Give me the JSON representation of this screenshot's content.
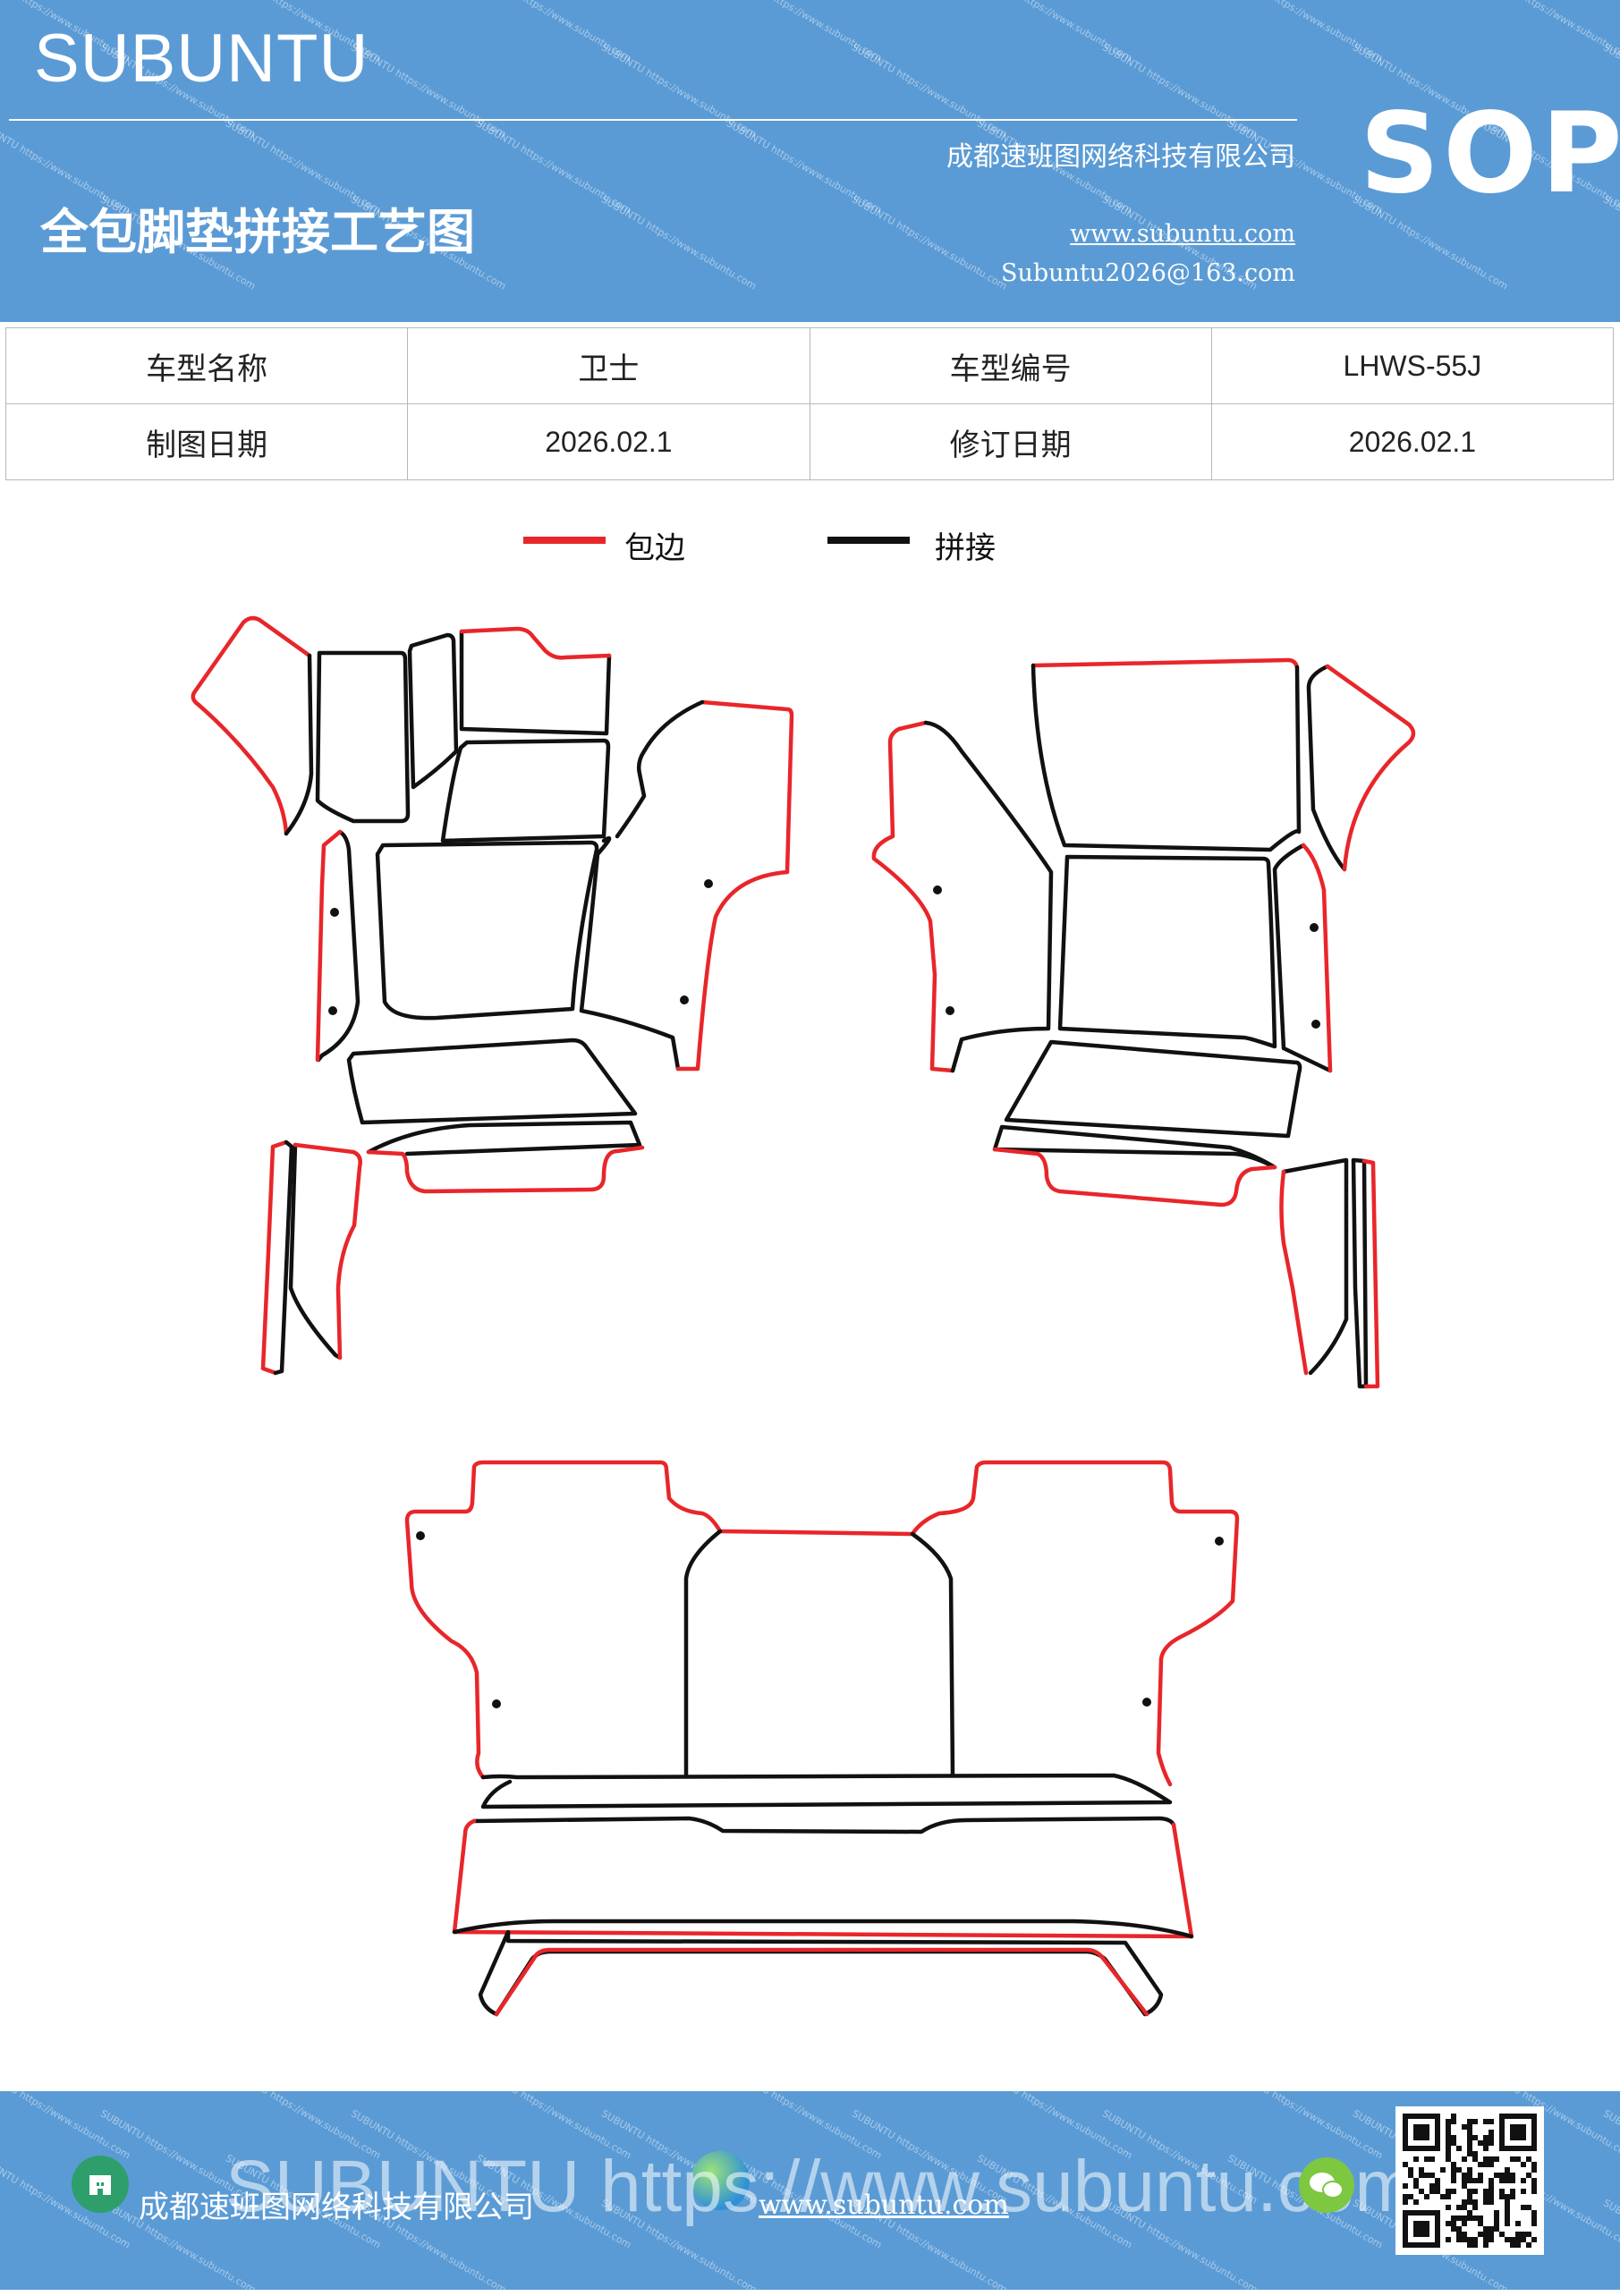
{
  "header": {
    "brand": "SUBUNTU",
    "company": "成都速班图网络科技有限公司",
    "title": "全包脚垫拼接工艺图",
    "url": "www.subuntu.com",
    "email": "Subuntu2026@163.com",
    "badge": "SOP",
    "watermark": "SUBUNTU https://www.subuntu.com"
  },
  "info_table": {
    "rows": [
      [
        "车型名称",
        "卫士",
        "车型编号",
        "LHWS-55J"
      ],
      [
        "制图日期",
        "2026.02.1",
        "修订日期",
        "2026.02.1"
      ]
    ]
  },
  "legend": {
    "items": [
      {
        "label": "包边",
        "color": "#e8262a"
      },
      {
        "label": "拼接",
        "color": "#111111"
      }
    ]
  },
  "footer": {
    "company": "成都速班图网络科技有限公司",
    "url": "www.subuntu.com",
    "watermark": "SUBUNTU https://www.subuntu.com",
    "icons": [
      "building-icon",
      "globe-icon",
      "wechat-icon",
      "qr-code"
    ]
  },
  "colors": {
    "brand_blue": "#5b9bd5",
    "binding_red": "#e8262a",
    "seam_black": "#111111"
  }
}
